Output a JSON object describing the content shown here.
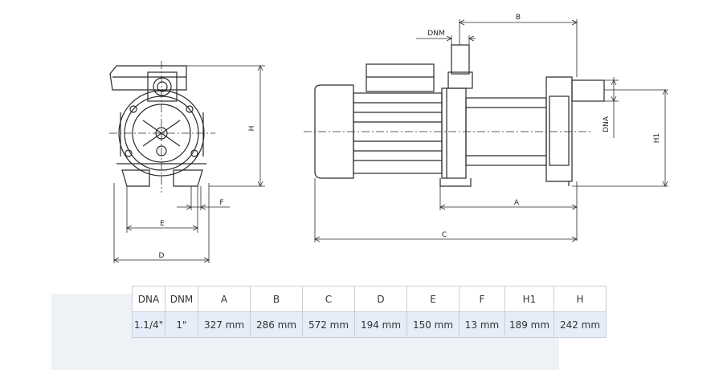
{
  "drawing_labels": {
    "front_h": "H",
    "front_e": "E",
    "front_f": "F",
    "front_d": "D",
    "side_b": "B",
    "side_dnm": "DNM",
    "side_dna": "DNA",
    "side_h1": "H1",
    "side_a": "A",
    "side_c": "C"
  },
  "table": {
    "headers": [
      "DNA",
      "DNM",
      "A",
      "B",
      "C",
      "D",
      "E",
      "F",
      "H1",
      "H"
    ],
    "values": [
      "1.1/4\"",
      "1\"",
      "327 mm",
      "286 mm",
      "572 mm",
      "194 mm",
      "150 mm",
      "13 mm",
      "189 mm",
      "242 mm"
    ]
  }
}
